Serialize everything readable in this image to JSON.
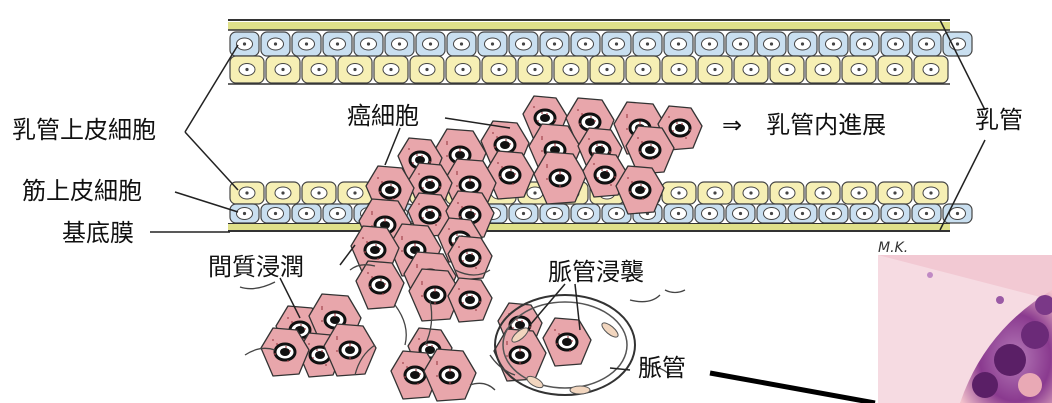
{
  "labels": {
    "ductal_epithelial_cell": "乳管上皮細胞",
    "myoepithelial_cell": "筋上皮細胞",
    "basement_membrane": "基底膜",
    "stromal_invasion": "間質浸潤",
    "cancer_cell": "癌細胞",
    "intraductal_spread": "⇒　乳管内進展",
    "milk_duct": "乳管",
    "vascular_invasion": "脈管浸襲",
    "vessel": "脈管"
  },
  "signature": "M.K.",
  "colors": {
    "duct_wall": "#dfe08a",
    "epithelial_cell": "#f6efb4",
    "myoepithelial_cell": "#c9dff0",
    "cancer_cell": "#e8a6ab",
    "cancer_nucleus": "#111111",
    "vessel_cell": "#f2d6bf",
    "histology_purple": "#8a3a8f",
    "histology_pink": "#f3c2cc"
  }
}
